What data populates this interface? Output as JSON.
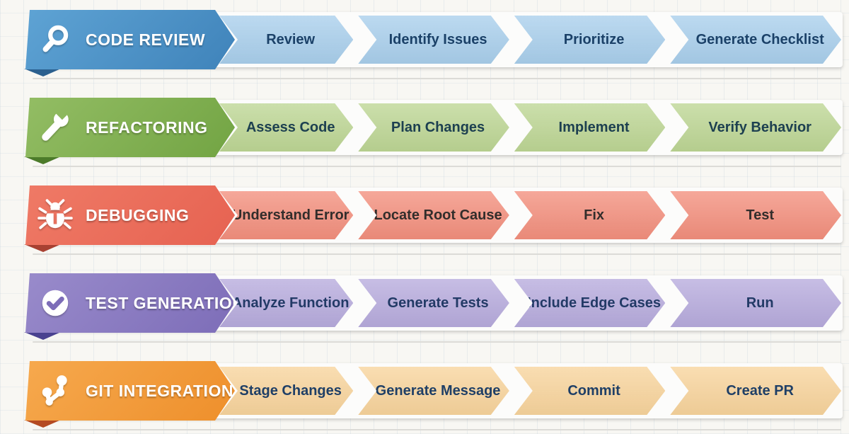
{
  "page": {
    "background_color": "#f8f7f3",
    "grid_line_color": "#becdd8",
    "separator_color": "#dcdbd7"
  },
  "workflows": [
    {
      "label": "CODE REVIEW",
      "icon": "magnifier-icon",
      "colors": {
        "header_light": "#5ea3d4",
        "header": "#3f83ba",
        "fold": "#2b608f",
        "step": "#a9cfec",
        "step_text": "#1b4168"
      },
      "steps": [
        "Review",
        "Identify Issues",
        "Prioritize",
        "Generate Checklist"
      ]
    },
    {
      "label": "REFACTORING",
      "icon": "wrench-icon",
      "colors": {
        "header_light": "#93bd64",
        "header": "#72a443",
        "fold": "#4c7b2a",
        "step": "#bdd694",
        "step_text": "#1d4050"
      },
      "steps": [
        "Assess Code",
        "Plan Changes",
        "Implement",
        "Verify Behavior"
      ]
    },
    {
      "label": "DEBUGGING",
      "icon": "bug-icon",
      "colors": {
        "header_light": "#ef7a66",
        "header": "#e66251",
        "fold": "#a84132",
        "step": "#f38f7d",
        "step_text": "#322d2b"
      },
      "steps": [
        "Understand Error",
        "Locate Root Cause",
        "Fix",
        "Test"
      ]
    },
    {
      "label": "TEST GENERATION",
      "icon": "check-circle-icon",
      "colors": {
        "header_light": "#998bcb",
        "header": "#7d6db8",
        "fold": "#4a4290",
        "step": "#b7abdd",
        "step_text": "#223a66"
      },
      "steps": [
        "Analyze Function",
        "Generate Tests",
        "Include Edge Cases",
        "Run"
      ]
    },
    {
      "label": "GIT INTEGRATION",
      "icon": "git-branch-icon",
      "colors": {
        "header_light": "#f6a94e",
        "header": "#ee8f2b",
        "fold": "#b44a22",
        "step": "#f8d49c",
        "step_text": "#1f3f66"
      },
      "steps": [
        "Stage Changes",
        "Generate Message",
        "Commit",
        "Create PR"
      ]
    }
  ]
}
